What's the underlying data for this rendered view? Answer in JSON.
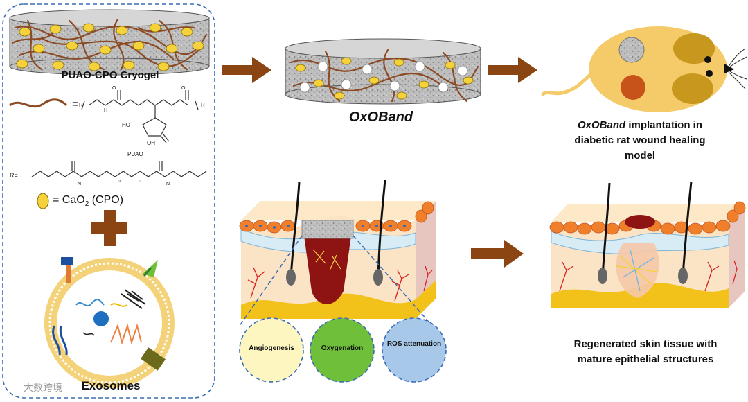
{
  "labels": {
    "cryogel": "PUAO-CPO Cryogel",
    "oxoband_1": "OxOBand",
    "oxoband_2": "OxOBand",
    "implant_suffix": " implantation in",
    "implant_line2": "diabetic rat wound healing",
    "implant_line3": "model",
    "regenerated_line1": "Regenerated skin tissue with",
    "regenerated_line2": "mature epithelial structures",
    "exosomes": "Exosomes",
    "watermark": "大数跨境"
  },
  "chemistry": {
    "equals": "=",
    "r_group": "R",
    "r_eq": "R=",
    "nh": "H",
    "n_atom": "N",
    "o_atom": "O",
    "ho": "HO",
    "oh": "OH",
    "puao": "PUAO",
    "sub_n": "n",
    "cpo_prefix": "= CaO",
    "cpo_sub": "2",
    "cpo_suffix": " (CPO)"
  },
  "circles": [
    {
      "label": "Angiogenesis",
      "fill": "#fdf6c0"
    },
    {
      "label": "Oxygenation",
      "fill": "#6fbf3a"
    },
    {
      "label": "ROS attenuation",
      "fill": "#a8c8ea"
    }
  ],
  "colors": {
    "arrow": "#8b4513",
    "fiber": "#8b4a23",
    "cpo_dot": "#f5d23c",
    "skin_orange": "#f07f2c",
    "fat_yellow": "#f2c21a",
    "dashed_blue": "#3a6bb5",
    "wound_red": "#8e1414",
    "rat_body": "#f5cb6a"
  }
}
